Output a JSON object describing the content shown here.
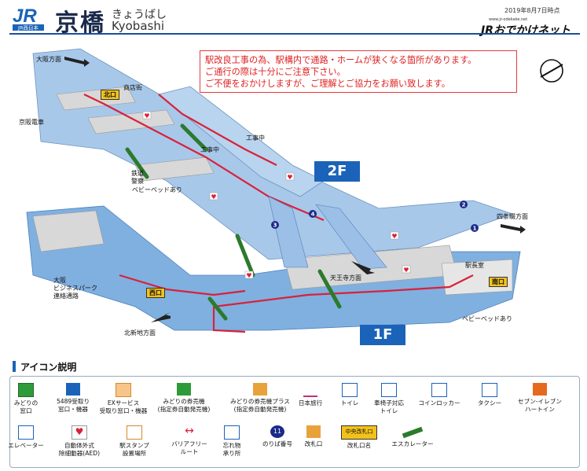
{
  "header": {
    "logo_text": "JR西日本",
    "station_kanji": "京橋",
    "station_kana": "きょうばし",
    "station_roman": "Kyobashi",
    "date": "2019年8月7日時点",
    "site_url": "www.jr-odekake.net",
    "brand": "JRおでかけネット"
  },
  "notice": {
    "lines": [
      "駅改良工事の為、駅構内で通路・ホームが狭くなる箇所があります。",
      "ご通行の際は十分にご注意下さい。",
      "ご不便をおかけしますが、ご理解とご協力をお願い致します。"
    ]
  },
  "map": {
    "floors": [
      "2F",
      "1F"
    ],
    "exits": [
      "北口",
      "西口",
      "南口"
    ],
    "labels": {
      "osaka_dir": "大阪方面",
      "keihan": "京阪電車",
      "shotengai": "商店街",
      "construction1": "工事中",
      "construction2": "工事中",
      "police": "鉄道\n警察",
      "baby_bed1": "ベビーベッドあり",
      "baby_bed2": "ベビーベッドあり",
      "shijonawate_dir": "四条畷方面",
      "tennoji_dir": "天王寺方面",
      "obp": "大阪\nビジネスパーク\n連絡通路",
      "kitashinchi_dir": "北新地方面",
      "station_office": "駅長室"
    },
    "platforms": [
      "1",
      "2",
      "3",
      "4"
    ]
  },
  "legend": {
    "title": "アイコン説明",
    "items": [
      {
        "label": "みどりの\n窓口",
        "icon": "midori-window-icon"
      },
      {
        "label": "5489受取り\n窓口・機器",
        "icon": "ticket-machine-icon"
      },
      {
        "label": "EXサービス\n受取り窓口・機器",
        "icon": "ex-service-icon"
      },
      {
        "label": "みどりの券売機\n(指定券自動発売機)",
        "icon": "green-ticket-machine-icon"
      },
      {
        "label": "みどりの券売機プラス\n(指定券自動発売機)",
        "icon": "green-ticket-plus-icon"
      },
      {
        "label": "日本旅行",
        "icon": "nippon-travel-icon"
      },
      {
        "label": "トイレ",
        "icon": "toilet-icon"
      },
      {
        "label": "車椅子対応\nトイレ",
        "icon": "wheelchair-toilet-icon"
      },
      {
        "label": "コインロッカー",
        "icon": "coin-locker-icon"
      },
      {
        "label": "タクシー",
        "icon": "taxi-icon"
      },
      {
        "label": "セブン-イレブン\nハートイン",
        "icon": "seven-eleven-icon"
      },
      {
        "label": "エレベーター",
        "icon": "elevator-icon"
      },
      {
        "label": "自動体外式\n除細動器(AED)",
        "icon": "aed-icon"
      },
      {
        "label": "駅スタンプ\n設置場所",
        "icon": "station-stamp-icon"
      },
      {
        "label": "バリアフリー\nルート",
        "icon": "barrier-free-route-icon"
      },
      {
        "label": "忘れ物\n承り所",
        "icon": "lost-found-icon"
      },
      {
        "label": "のりば番号",
        "icon": "platform-number-icon"
      },
      {
        "label": "改札口",
        "icon": "ticket-gate-icon"
      },
      {
        "label": "改札口名",
        "icon": "gate-name-icon"
      },
      {
        "label": "エスカレーター",
        "icon": "escalator-icon"
      }
    ],
    "gate_name_sample": "中央改札口",
    "platform_sample": "11"
  },
  "colors": {
    "jr_blue": "#1b63b8",
    "route_red": "#d9213a",
    "floor_2f": "#a8c8ea",
    "floor_1f": "#7fb0e0",
    "floor_gray": "#d8d8d8",
    "exit_yellow": "#f3c21a"
  }
}
